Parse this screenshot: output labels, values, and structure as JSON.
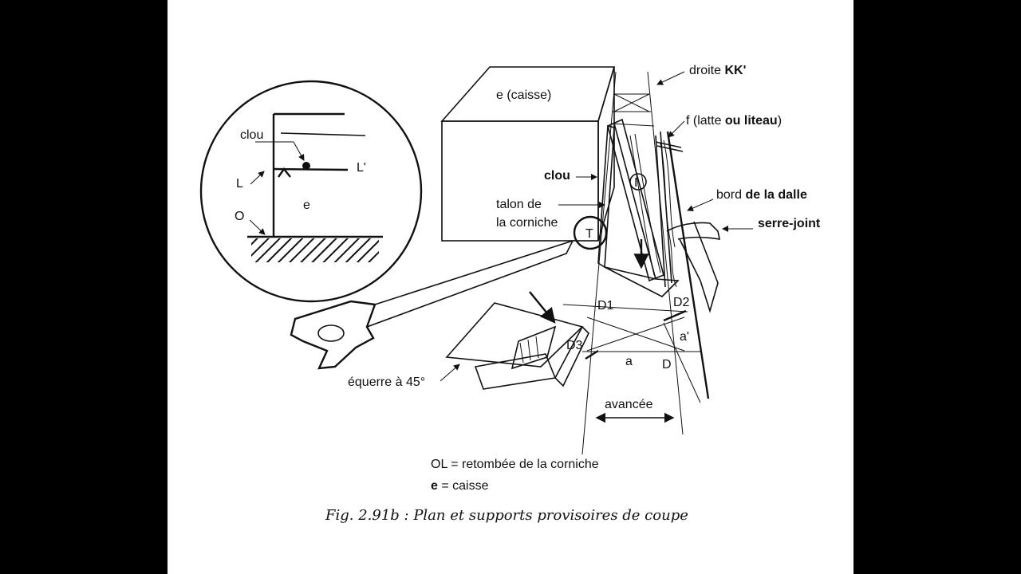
{
  "inset": {
    "labels": {
      "clou": "clou",
      "L_prime": "L'",
      "L": "L",
      "e": "e",
      "O": "O"
    }
  },
  "main": {
    "labels": {
      "e_caisse": "e (caisse)",
      "droite": "droite",
      "droite_bold": "KK'",
      "latte_a": "f (latte ",
      "latte_b": "ou liteau",
      "latte_c": ")",
      "clou": "clou",
      "talon_1": "talon de",
      "talon_2": "la corniche",
      "bord_a": "bord ",
      "bord_b": "de la dalle",
      "serre_joint": "serre-joint",
      "T": "T",
      "I": "I",
      "D1": "D1",
      "D2": "D2",
      "D3": "D3",
      "a_prime": "a'",
      "a": "a",
      "D": "D",
      "equerre": "équerre à 45°",
      "avancee": "avancée"
    }
  },
  "legend": {
    "line1": "OL = retombée de la corniche",
    "line2_bold": "e",
    "line2_rest": " = caisse"
  },
  "caption": "Fig. 2.91b : Plan et supports provisoires de coupe"
}
